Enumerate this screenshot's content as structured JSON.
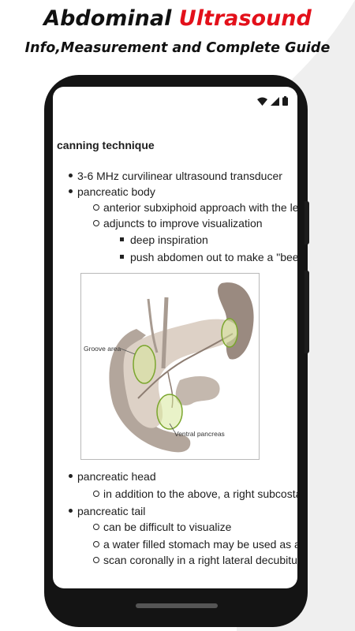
{
  "promo": {
    "title_plain": "Abdominal ",
    "title_accent": "Ultrasound",
    "subtitle": "Info,Measurement and Complete Guide"
  },
  "colors": {
    "accent": "#e3101a",
    "phone_body": "#141414",
    "text": "#1d1d1d"
  },
  "status_bar": {
    "icons": [
      "wifi-icon",
      "signal-icon",
      "battery-icon"
    ]
  },
  "content": {
    "heading": "canning technique",
    "items": [
      {
        "text": "3-6 MHz curvilinear ultrasound transducer"
      },
      {
        "text": "pancreatic body",
        "children": [
          {
            "text": "anterior subxiphoid approach with the lef"
          },
          {
            "text": "adjuncts to improve visualization",
            "children": [
              {
                "text": "deep inspiration"
              },
              {
                "text": "push abdomen out to make a \"beer"
              }
            ]
          }
        ]
      }
    ],
    "figure": {
      "label_groove": "Groove area",
      "label_ventral": "Ventral pancreas"
    },
    "items_after": [
      {
        "text": "pancreatic head",
        "children": [
          {
            "text": "in addition to the above, a right subcosta"
          }
        ]
      },
      {
        "text": "pancreatic tail",
        "children": [
          {
            "text": "can be difficult to visualize"
          },
          {
            "text": "a water filled stomach may be used as a"
          },
          {
            "text": "scan coronally in a right lateral decubitus"
          }
        ]
      }
    ]
  }
}
